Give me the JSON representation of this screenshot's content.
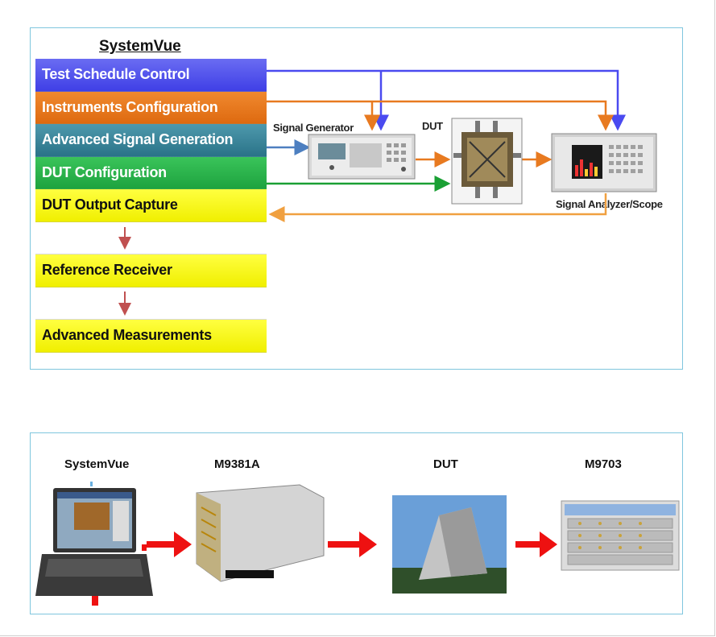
{
  "top": {
    "title": "SystemVue",
    "blocks": [
      {
        "label": "Test Schedule Control",
        "color": "#4a4aea"
      },
      {
        "label": "Instruments Configuration",
        "color": "#e5731a"
      },
      {
        "label": "Advanced Signal Generation",
        "color": "#35809a"
      },
      {
        "label": "DUT Configuration",
        "color": "#27ad47"
      },
      {
        "label": "DUT Output Capture",
        "color": "#ffff1a"
      },
      {
        "label": "",
        "color": "#ffffff"
      },
      {
        "label": "Reference Receiver",
        "color": "#ffff1a"
      },
      {
        "label": "",
        "color": "#ffffff"
      },
      {
        "label": "Advanced Measurements",
        "color": "#ffff1a"
      }
    ],
    "instruments": {
      "signal_generator": "Signal Generator",
      "dut": "DUT",
      "signal_analyzer": "Signal Analyzer/Scope"
    },
    "colors": {
      "blue_arrow": "#4a4af0",
      "orange_arrow": "#e87a20",
      "green_arrow": "#1aa034",
      "steelblue_arrow": "#4d7fc0",
      "light_orange_arrow": "#f0a040",
      "down_arrow": "#c05050"
    }
  },
  "bottom": {
    "items": [
      {
        "label": "SystemVue"
      },
      {
        "label": "M9381A"
      },
      {
        "label": "DUT"
      },
      {
        "label": "M9703"
      }
    ],
    "arrow_color": "#ee1111"
  }
}
